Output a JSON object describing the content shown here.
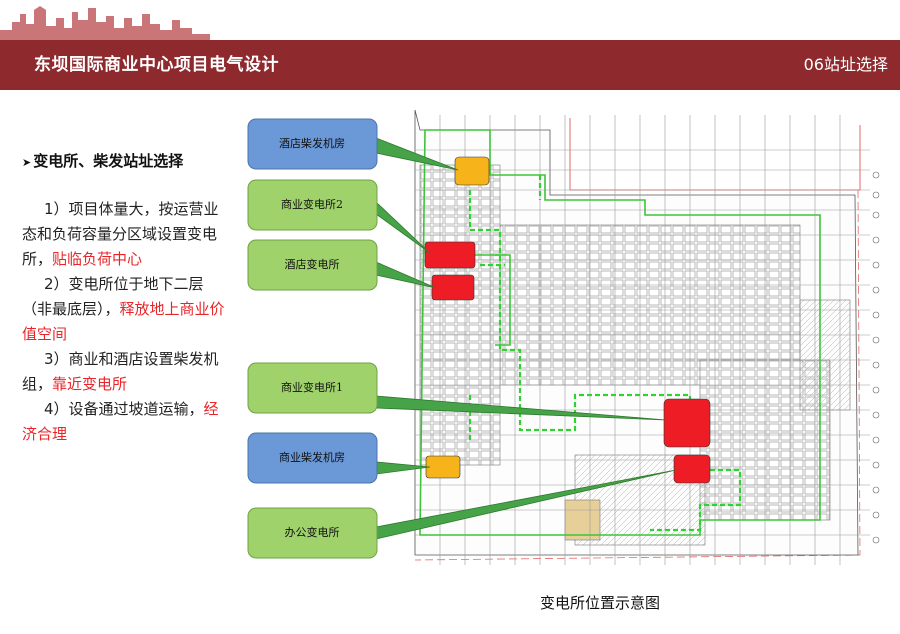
{
  "header": {
    "title": "东坝国际商业中心项目电气设计",
    "section": "06站址选择"
  },
  "content": {
    "heading": "变电所、柴发站址选择",
    "points": [
      {
        "text": "1）项目体量大，按运营业态和负荷容量分区域设置变电所，",
        "highlight": "贴临负荷中心"
      },
      {
        "text": "2）变电所位于地下二层（非最底层），",
        "highlight": "释放地上商业价值空间"
      },
      {
        "text": "3）商业和酒店设置柴发机组，",
        "highlight": "靠近变电所"
      },
      {
        "text": "4）设备通过坡道运输，",
        "highlight": "经济合理"
      }
    ]
  },
  "callouts": [
    {
      "label": "酒店柴发机房",
      "kind": "generator"
    },
    {
      "label": "商业变电所2",
      "kind": "substation"
    },
    {
      "label": "酒店变电所",
      "kind": "substation"
    },
    {
      "label": "商业变电所1",
      "kind": "substation"
    },
    {
      "label": "商业柴发机房",
      "kind": "generator"
    },
    {
      "label": "办公变电所",
      "kind": "substation"
    }
  ],
  "colors": {
    "brand": "#8e2a2e",
    "highlight": "#e8262a",
    "substation_box": "#9fd26b",
    "generator_box": "#6b98d6",
    "substation_marker": "#ee1c24",
    "generator_marker": "#f6b31a"
  },
  "caption": "变电所位置示意图"
}
